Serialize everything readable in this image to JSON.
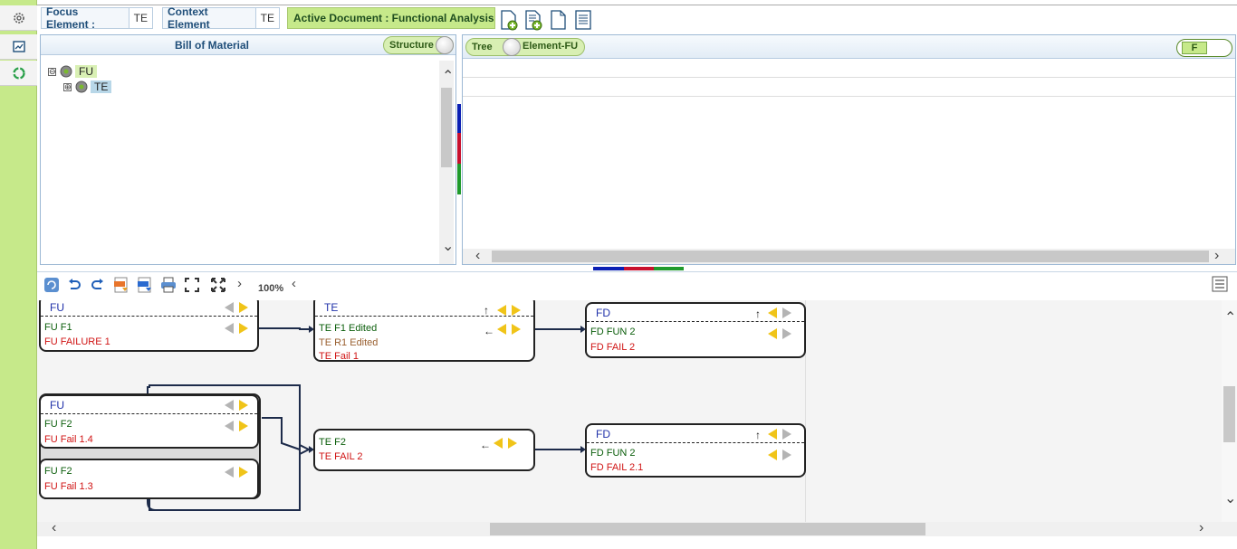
{
  "sidebar": {
    "items": [
      {
        "icon": "gear-icon"
      },
      {
        "icon": "presentation-icon"
      },
      {
        "icon": "recycle-icon"
      }
    ]
  },
  "header": {
    "focus_label": "Focus Element :",
    "focus_value": "TE",
    "context_label": "Context Element",
    "context_value": "TE",
    "active_doc": "Active Document : Functional Analysis",
    "toolbar_icons": [
      "new-document-plus-icon",
      "new-list-plus-icon",
      "blank-document-icon",
      "list-document-icon"
    ]
  },
  "bom_panel": {
    "title": "Bill of Material",
    "toggle_label": "Structure",
    "tree": [
      {
        "label": "FU",
        "expander": "⊖"
      },
      {
        "label": "TE",
        "expander": "⊕"
      }
    ]
  },
  "element_panel": {
    "toggle_left": "Tree",
    "toggle_title": "Element-FU",
    "filter_label": "F"
  },
  "diagram_toolbar": {
    "zoom": "100%",
    "icons": [
      "refresh-icon",
      "undo-icon",
      "redo-icon",
      "export-svg-icon",
      "export-png-icon",
      "print-icon",
      "fit-screen-icon",
      "expand-icon"
    ]
  },
  "colors": {
    "sidebar": "#c6e98a",
    "active_doc_bg": "#c6e98a",
    "function_text": "#0b5e0b",
    "failure_text": "#d01414",
    "requirement_text": "#9a6030",
    "header_text": "#2233aa",
    "split_blue": "#0a1fb4",
    "split_red": "#c8102e",
    "split_green": "#1f9a2c"
  },
  "diagram": {
    "nodes": [
      {
        "id": "fu1",
        "head": "FU",
        "lines": [
          {
            "t": "FU F1",
            "c": "green"
          },
          {
            "t": "FU FAILURE 1",
            "c": "red"
          }
        ]
      },
      {
        "id": "te1",
        "head": "TE",
        "lines": [
          {
            "t": "TE F1 Edited",
            "c": "green"
          },
          {
            "t": "TE R1 Edited",
            "c": "brown"
          },
          {
            "t": "TE Fail 1",
            "c": "red"
          }
        ]
      },
      {
        "id": "fd1",
        "head": "FD",
        "lines": [
          {
            "t": "FD FUN 2",
            "c": "green"
          },
          {
            "t": "FD FAIL 2",
            "c": "red"
          }
        ]
      },
      {
        "id": "fu2",
        "head": "FU",
        "lines": [
          {
            "t": "FU F2",
            "c": "green"
          },
          {
            "t": "FU Fail 1.4",
            "c": "red"
          }
        ]
      },
      {
        "id": "fu3",
        "head": "",
        "lines": [
          {
            "t": "FU F2",
            "c": "green"
          },
          {
            "t": "FU Fail 1.3",
            "c": "red"
          }
        ]
      },
      {
        "id": "te2",
        "head": "",
        "lines": [
          {
            "t": "TE F2",
            "c": "green"
          },
          {
            "t": "TE FAIL 2",
            "c": "red"
          }
        ]
      },
      {
        "id": "fd2",
        "head": "FD",
        "lines": [
          {
            "t": "FD FUN 2",
            "c": "green"
          },
          {
            "t": "FD FAIL 2.1",
            "c": "red"
          }
        ]
      }
    ]
  }
}
